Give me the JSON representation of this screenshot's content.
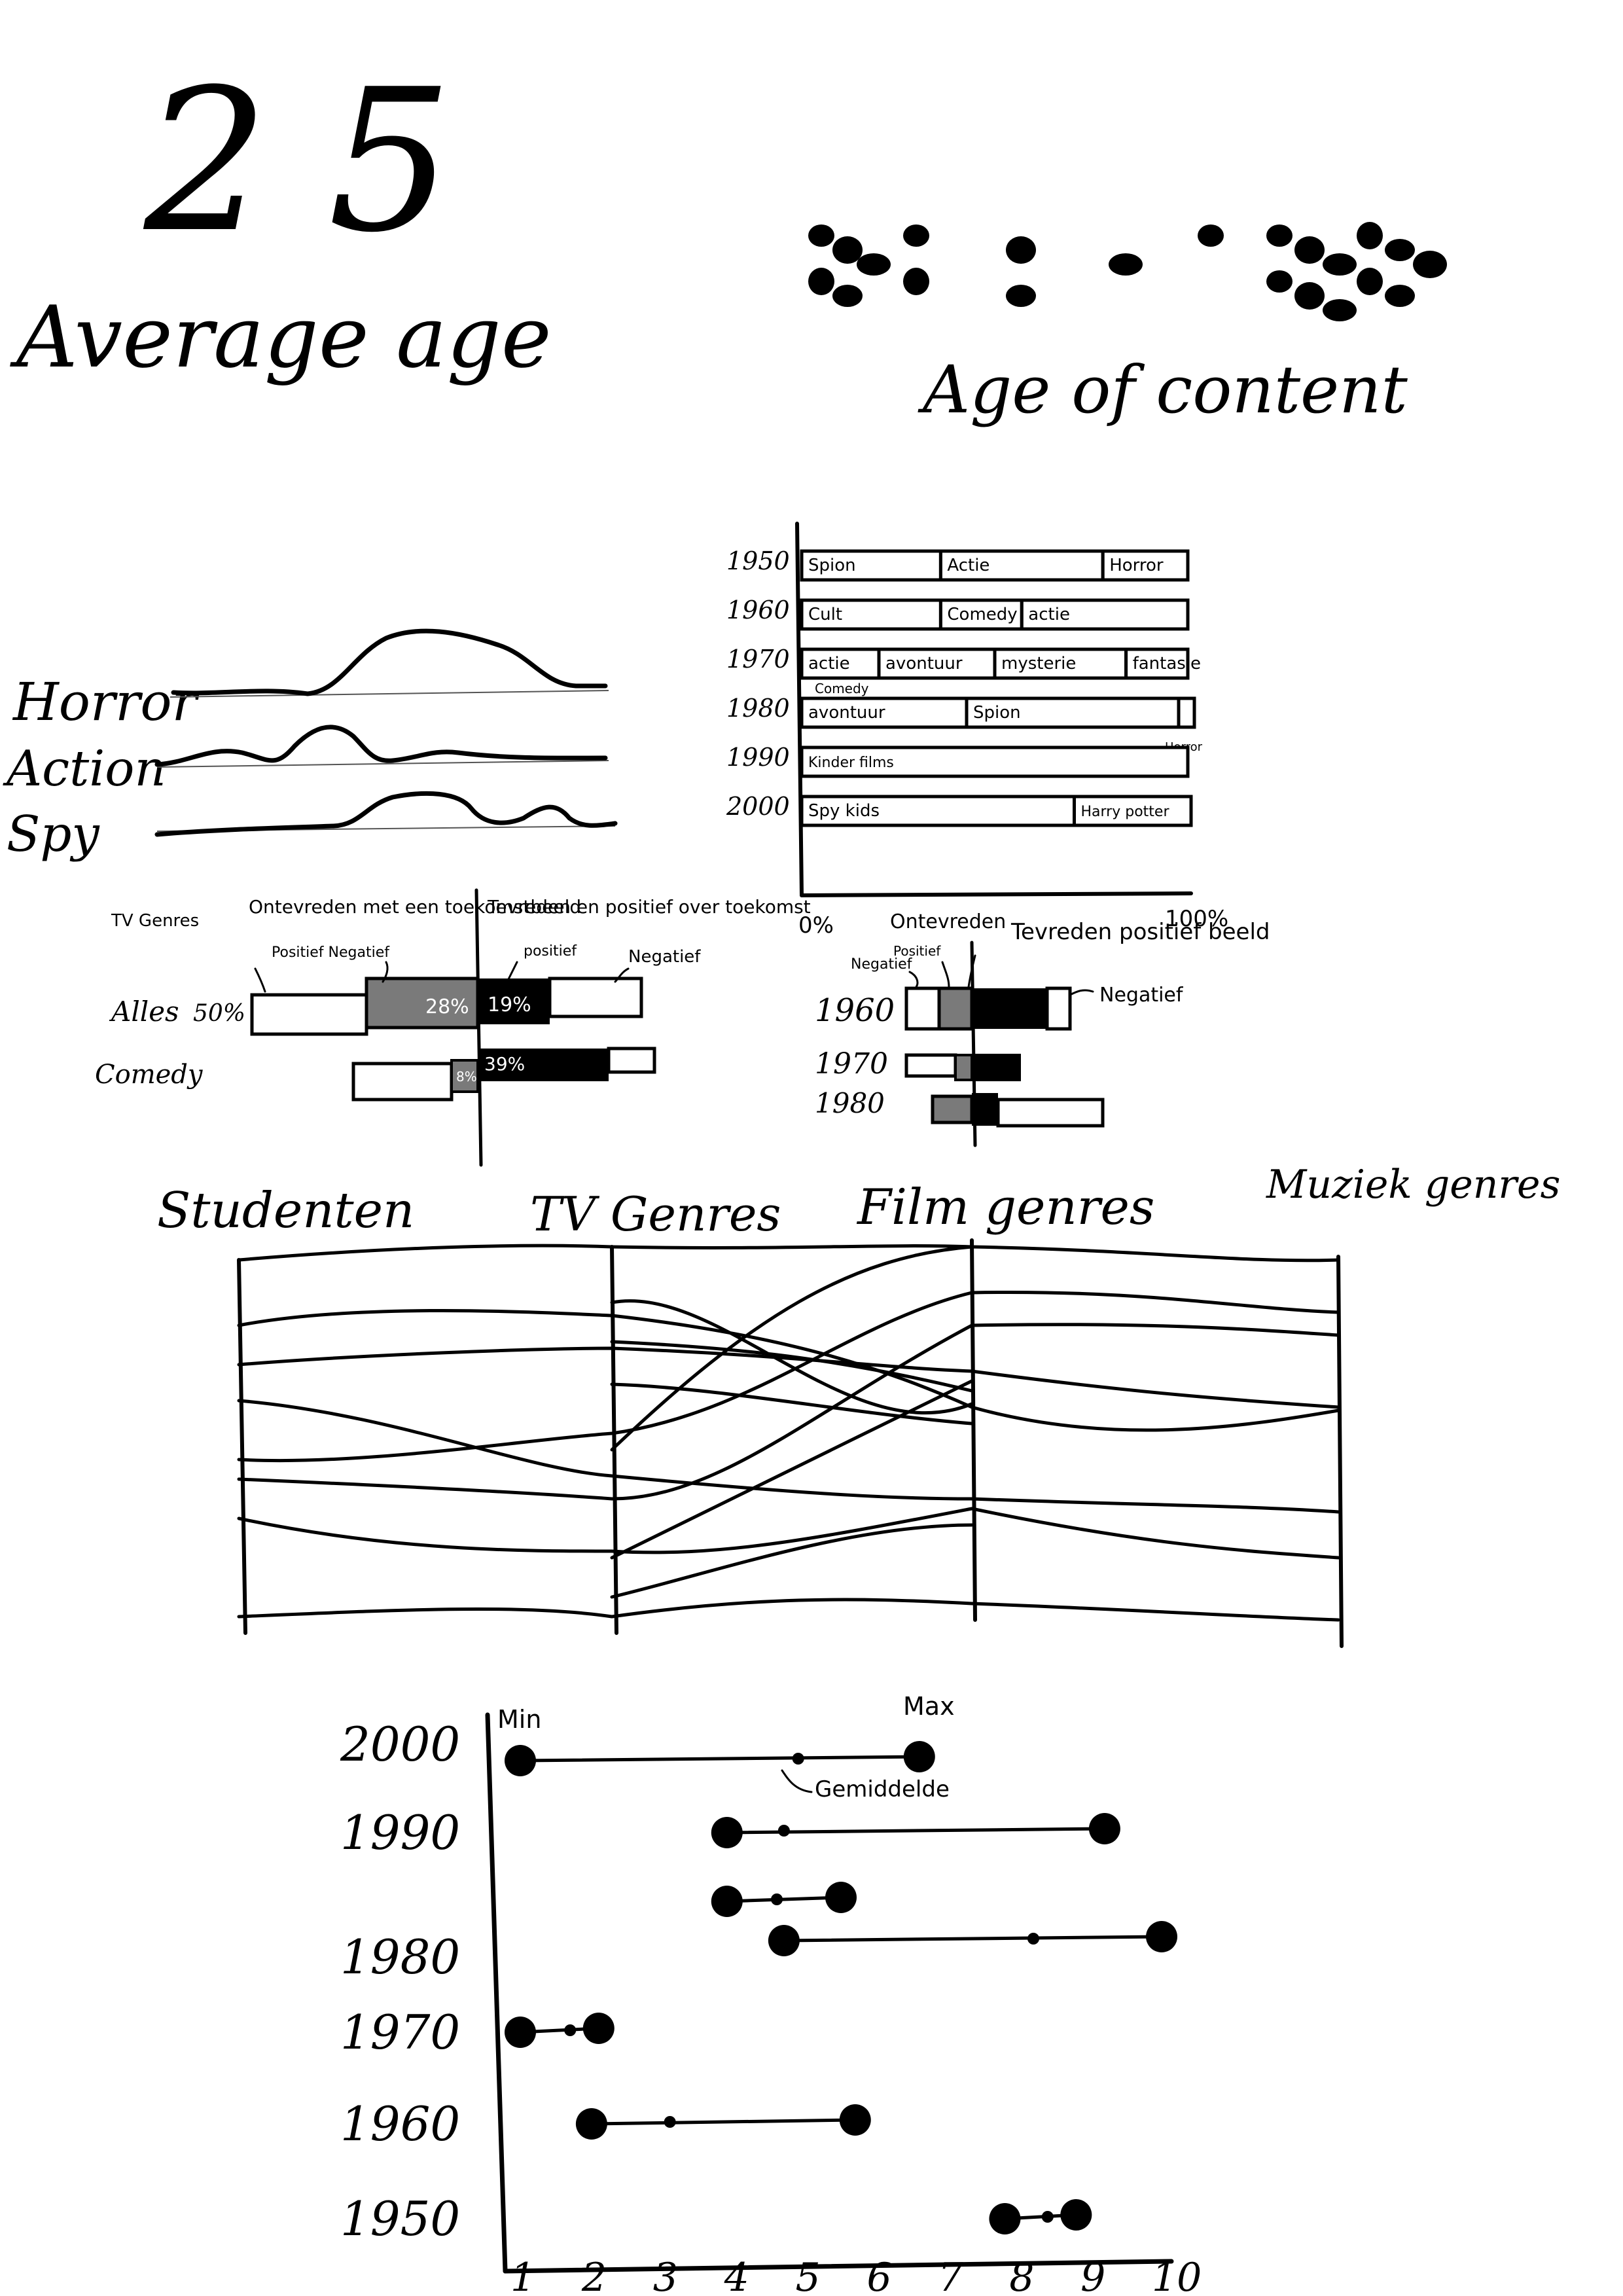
{
  "average_age": {
    "value": "25",
    "label": "Average age"
  },
  "age_of_content": {
    "label": "Age of content",
    "dot_groups": [
      5,
      5,
      1,
      11
    ]
  },
  "genre_popularity": {
    "labels": [
      "Horror",
      "Action",
      "Spy"
    ]
  },
  "content_decades": {
    "rows": [
      {
        "year": "1950",
        "segments": [
          {
            "text": "Spion",
            "share": 0.36
          },
          {
            "text": "Actie",
            "share": 0.42
          },
          {
            "text": "Horror",
            "share": 0.22
          }
        ]
      },
      {
        "year": "1960",
        "segments": [
          {
            "text": "Cult",
            "share": 0.36
          },
          {
            "text": "Comedy",
            "share": 0.21
          },
          {
            "text": "actie",
            "share": 0.43
          }
        ]
      },
      {
        "year": "1970",
        "segments": [
          {
            "text": "actie",
            "share": 0.2
          },
          {
            "text": "avontuur",
            "share": 0.3
          },
          {
            "text": "mysterie",
            "share": 0.34
          },
          {
            "text": "fantasie",
            "share": 0.16
          }
        ]
      },
      {
        "year": "1980",
        "segments": [
          {
            "text": "avontuur",
            "share": 0.42
          },
          {
            "text": "Spion",
            "share": 0.54
          },
          {
            "text": "",
            "share": 0.04
          }
        ],
        "notes": [
          "Comedy",
          "Horror"
        ]
      },
      {
        "year": "1990",
        "segments": [
          {
            "text": "Kinder films",
            "share": 1.0
          }
        ]
      },
      {
        "year": "2000",
        "segments": [
          {
            "text": "Spy kids",
            "share": 0.7
          },
          {
            "text": "Harry potter",
            "share": 0.3
          }
        ]
      }
    ],
    "axis_labels": [
      "0%",
      "100%"
    ]
  },
  "satisfaction_tv": {
    "title": "TV Genres",
    "header_left": "Ontevreden met een toekomstbeeld",
    "header_right": "Tevreden en positief over toekomst",
    "sub_left": "Positief Negatief",
    "sub_right_positief": "positief",
    "sub_right_negatief": "Negatief",
    "rows": [
      {
        "label": "Alles",
        "left_value": "50%",
        "grey_value": "28%",
        "black_value": "19%"
      },
      {
        "label": "Comedy",
        "grey_value": "8%",
        "black_value": "39%"
      }
    ]
  },
  "satisfaction_decades": {
    "header_left": "Ontevreden",
    "header_right": "Tevreden positief beeld",
    "sub_negatief": "Negatief",
    "sub_positief": "Positief",
    "right_note": "Negatief",
    "rows": [
      {
        "year": "1960"
      },
      {
        "year": "1970"
      },
      {
        "year": "1980"
      }
    ]
  },
  "parallel_sets": {
    "axes": [
      "Studenten",
      "TV Genres",
      "Film genres",
      "Muziek genres"
    ]
  },
  "range_chart": {
    "min_label": "Min",
    "max_label": "Max",
    "mean_label": "Gemiddelde",
    "x_ticks": [
      "1",
      "2",
      "3",
      "4",
      "5",
      "6",
      "7",
      "8",
      "9",
      "10"
    ]
  },
  "chart_data": {
    "type": "scatter",
    "title": "",
    "xlabel": "",
    "ylabel": "",
    "xlim": [
      1,
      10
    ],
    "categories": [
      "2000",
      "1990",
      "1980",
      "1980",
      "1970",
      "1960",
      "1950"
    ],
    "series": [
      {
        "name": "Min",
        "values": [
          1,
          3.9,
          3.9,
          4.7,
          1,
          2,
          7.8
        ]
      },
      {
        "name": "Gemiddelde",
        "values": [
          4.9,
          4.7,
          4.6,
          8.2,
          1.7,
          3.1,
          8.4
        ]
      },
      {
        "name": "Max",
        "values": [
          6.6,
          9.2,
          5.5,
          10,
          2.1,
          5.7,
          8.8
        ]
      }
    ]
  }
}
